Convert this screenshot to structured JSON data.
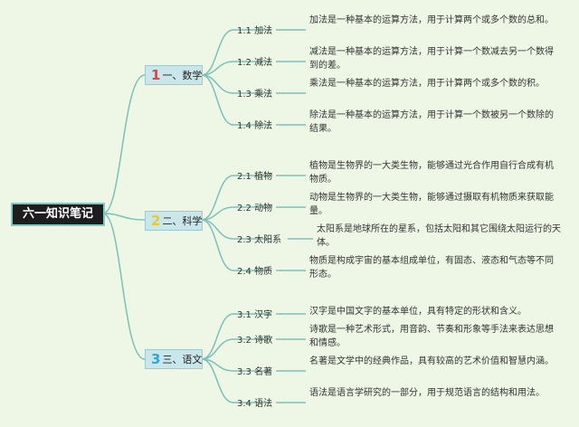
{
  "root": "六一知识笔记",
  "colors": {
    "branch": "#7cc0ba",
    "num1": "#e8413a",
    "num2": "#f2c81b",
    "num3": "#2aa7e0"
  },
  "categories": [
    {
      "num": "1",
      "label": "一、数学",
      "items": [
        {
          "label": "1.1 加法",
          "desc": "加法是一种基本的运算方法，用于计算两个或多个数的总和。"
        },
        {
          "label": "1.2 减法",
          "desc": "减法是一种基本的运算方法，用于计算一个数减去另一个数得到的差。"
        },
        {
          "label": "1.3 乘法",
          "desc": "乘法是一种基本的运算方法，用于计算两个或多个数的积。"
        },
        {
          "label": "1.4 除法",
          "desc": "除法是一种基本的运算方法，用于计算一个数被另一个数除的结果。"
        }
      ]
    },
    {
      "num": "2",
      "label": "二、科学",
      "items": [
        {
          "label": "2.1 植物",
          "desc": "植物是生物界的一大类生物，能够通过光合作用自行合成有机物质。"
        },
        {
          "label": "2.2 动物",
          "desc": "动物是生物界的一大类生物，能够通过摄取有机物质来获取能量。"
        },
        {
          "label": "2.3 太阳系",
          "desc": "太阳系是地球所在的星系，包括太阳和其它围绕太阳运行的天体。"
        },
        {
          "label": "2.4 物质",
          "desc": "物质是构成宇宙的基本组成单位，有固态、液态和气态等不同形态。"
        }
      ]
    },
    {
      "num": "3",
      "label": "三、语文",
      "items": [
        {
          "label": "3.1 汉字",
          "desc": "汉字是中国文字的基本单位，具有特定的形状和含义。"
        },
        {
          "label": "3.2 诗歌",
          "desc": "诗歌是一种艺术形式，用音韵、节奏和形象等手法来表达思想和情感。"
        },
        {
          "label": "3.3 名著",
          "desc": "名著是文学中的经典作品，具有较高的艺术价值和智慧内涵。"
        },
        {
          "label": "3.4 语法",
          "desc": "语法是语言学研究的一部分，用于规范语言的结构和用法。"
        }
      ]
    }
  ]
}
